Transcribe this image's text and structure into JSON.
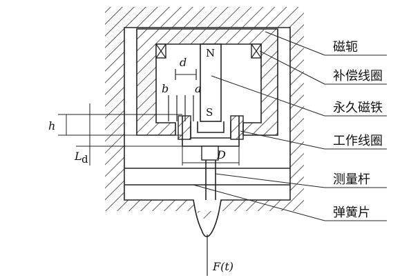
{
  "callouts": {
    "yoke": "磁轭",
    "compensation_coil": "补偿线圈",
    "permanent_magnet": "永久磁铁",
    "working_coil": "工作线圈",
    "measuring_rod": "测量杆",
    "spring_plate": "弹簧片"
  },
  "symbols": {
    "north": "N",
    "south": "S",
    "d": "d",
    "b": "b",
    "a": "a",
    "h": "h",
    "L": "L",
    "L_sub": "d",
    "D": "D",
    "force": "F(t)"
  }
}
